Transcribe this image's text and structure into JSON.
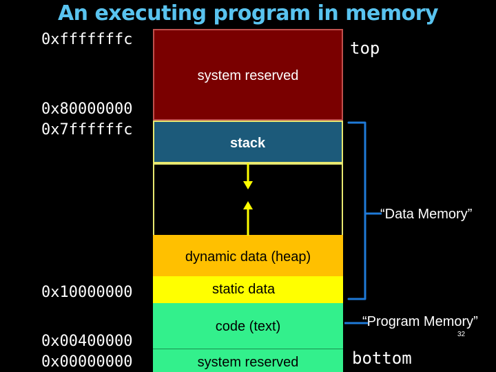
{
  "title": "An executing program in memory",
  "addresses": {
    "top_addr": "0xfffffffc",
    "addr_8": "0x80000000",
    "addr_7f": "0x7ffffffc",
    "addr_1": "0x10000000",
    "addr_04": "0x00400000",
    "addr_0": "0x00000000"
  },
  "labels": {
    "top": "top",
    "bottom": "bottom",
    "data_memory": "“Data Memory”",
    "program_memory": "“Program Memory”"
  },
  "regions": {
    "system_reserved_top": "system reserved",
    "stack": "stack",
    "heap": "dynamic data (heap)",
    "static": "static data",
    "code": "code (text)",
    "system_reserved_bottom": "system reserved"
  },
  "colors": {
    "title": "#59c3ef",
    "system_reserved_top": "#7a0000",
    "stack": "#1c5a7a",
    "free": "#000000",
    "heap": "#ffc000",
    "static": "#ffff00",
    "code": "#33f08c",
    "system_reserved_bottom": "#33f08c",
    "arrow": "#ffff00",
    "bracket": "#1f7ad8"
  },
  "page_number": "32"
}
